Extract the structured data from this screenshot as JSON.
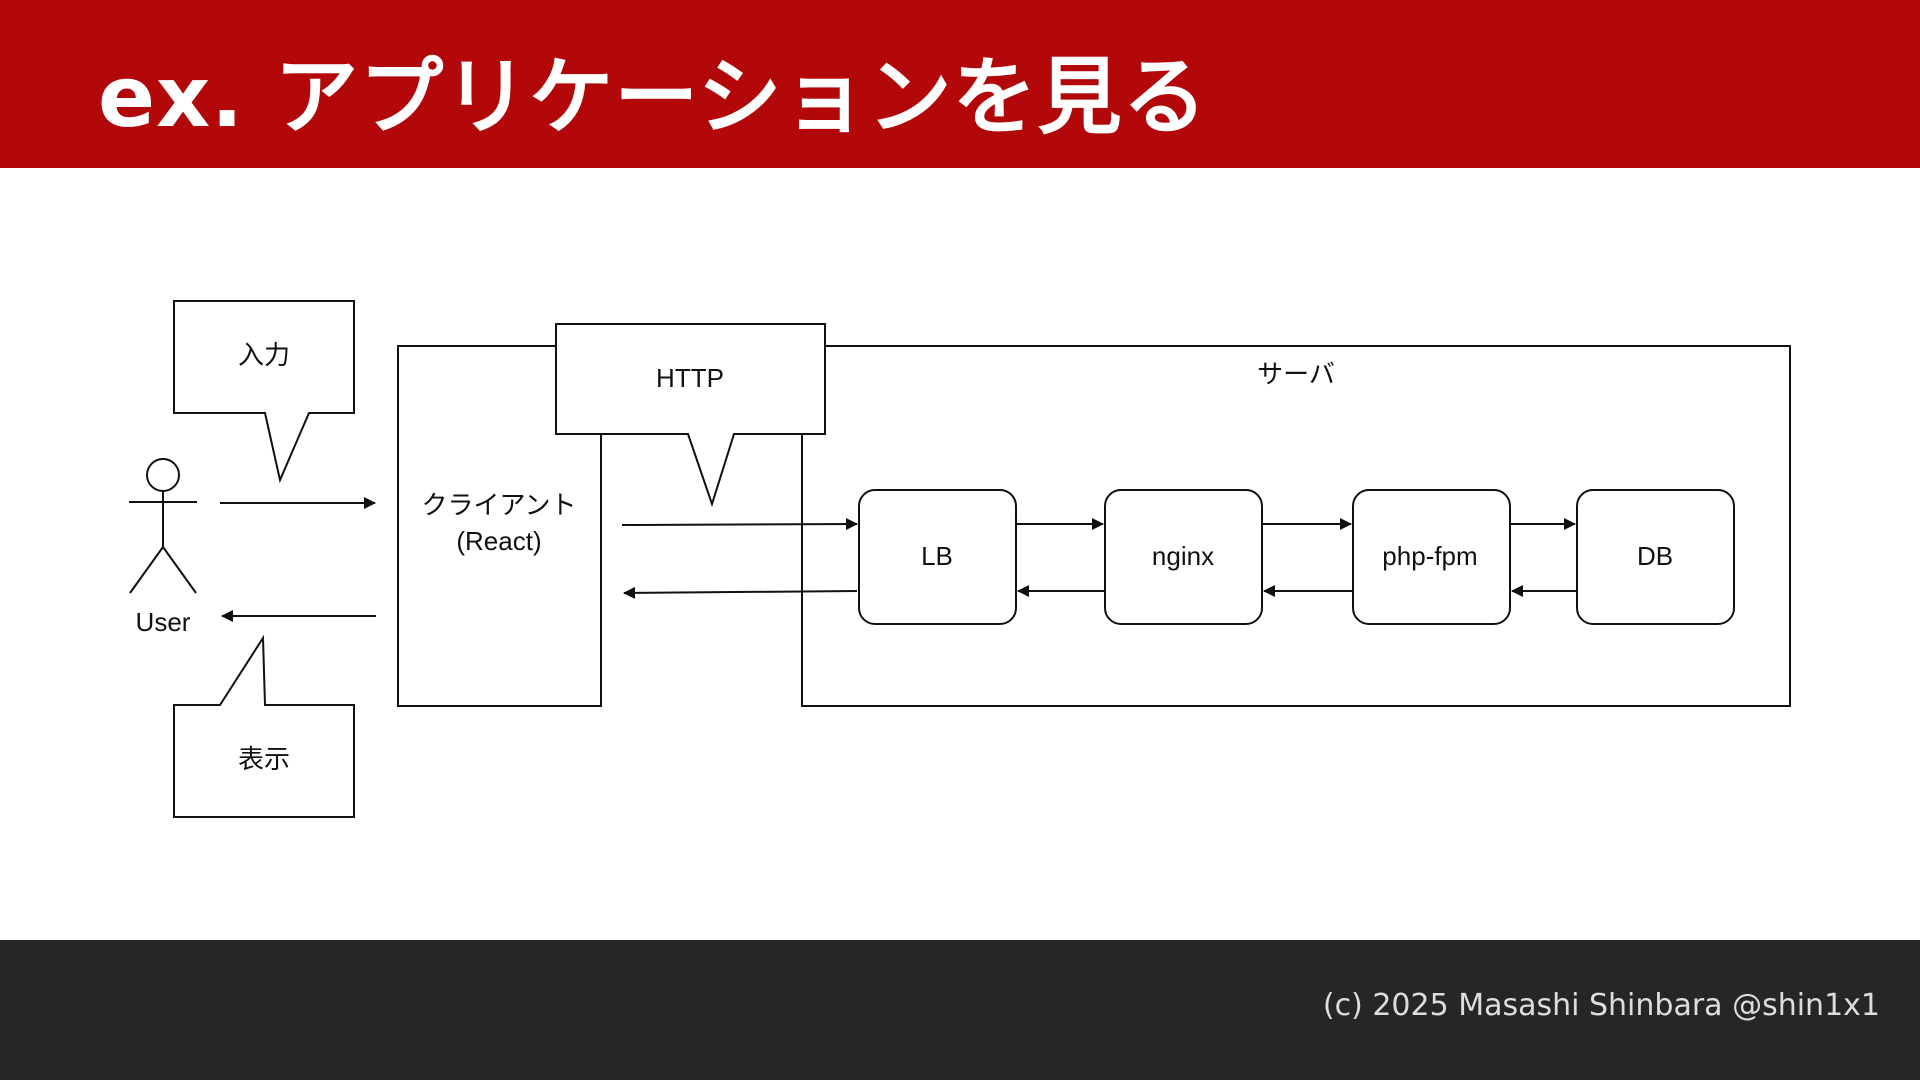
{
  "slide": {
    "title": "ex. アプリケーションを見る",
    "copyright": "(c) 2025 Masashi Shinbara @shin1x1",
    "accent_color": "#b3080a",
    "footer_color": "#262626"
  },
  "diagram": {
    "actor": {
      "label": "User",
      "icon": "stick-figure-icon"
    },
    "callouts": {
      "input": "入力",
      "display": "表示",
      "http": "HTTP"
    },
    "client": {
      "line1": "クライアント",
      "line2": "(React)"
    },
    "server": {
      "label": "サーバ"
    },
    "components": {
      "lb": "LB",
      "nginx": "nginx",
      "php_fpm": "php-fpm",
      "db": "DB"
    }
  }
}
